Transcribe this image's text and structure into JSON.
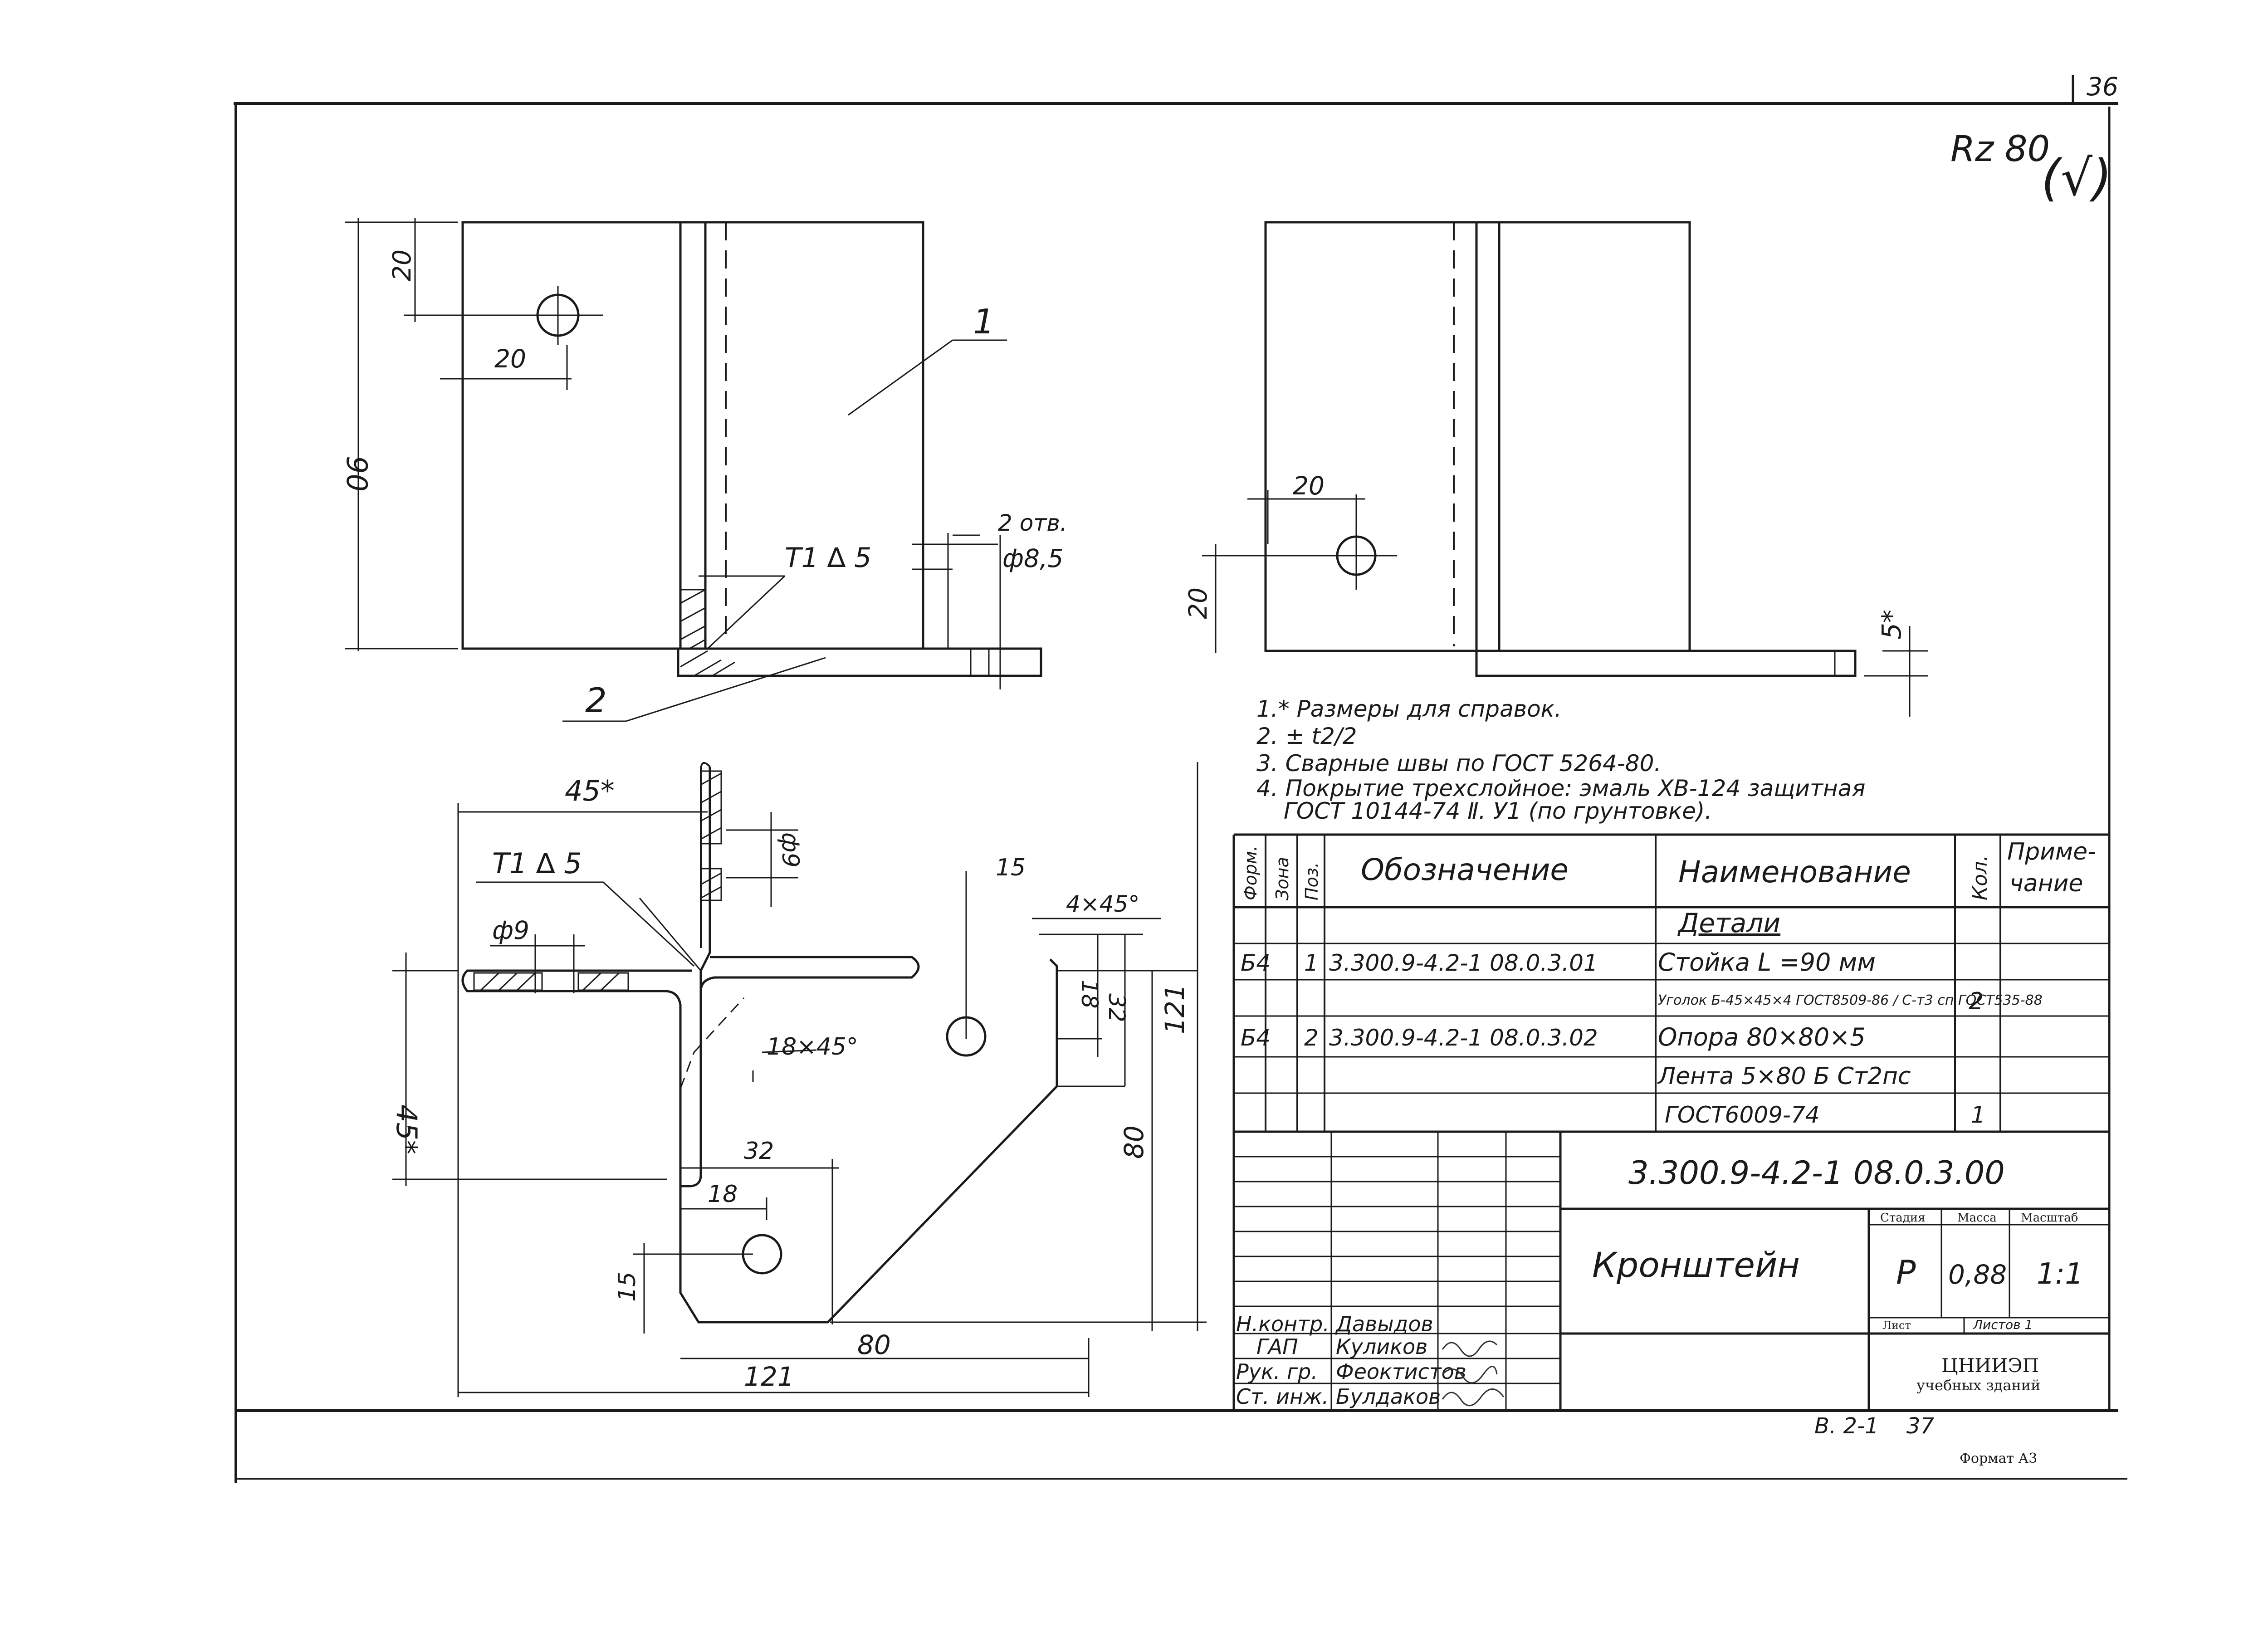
{
  "sheet": {
    "page_number": "36",
    "roughness": "Rz 80",
    "roughness_paren": "(√)",
    "format_label": "Формат А3",
    "bottom_ref": "В. 2-1    37"
  },
  "front_view": {
    "dim_top": "20",
    "dim_left": "20",
    "dim_height": "90",
    "leader_1": "1",
    "leader_2": "2",
    "holes_count": "2 отв.",
    "holes_diameter": "ф8,5",
    "weld": "Т1 ∆ 5"
  },
  "side_view": {
    "dim_left": "20",
    "dim_bottom": "20",
    "dim_thickness": "5*"
  },
  "plan_view": {
    "dim_45_top": "45*",
    "dim_45_left": "45*",
    "dim_phi9_top": "ф9",
    "dim_phi9_left": "ф9",
    "weld": "Т1 ∆ 5",
    "dim_15_top": "15",
    "chamfer_4x45": "4×45°",
    "chamfer_18x45": "18×45°",
    "dim_18_right": "18",
    "dim_32_right": "32",
    "dim_121_right": "121",
    "dim_80_right": "80",
    "dim_32_bottom": "32",
    "dim_18_bottom": "18",
    "dim_15_bottom": "15",
    "dim_80_bottom": "80",
    "dim_121_bottom": "121"
  },
  "notes": [
    "1.* Размеры для справок.",
    "2. ± t2/2",
    "3. Сварные швы по ГОСТ 5264-80.",
    "4. Покрытие трехслойное: эмаль ХВ-124 защитная",
    "ГОСТ 10144-74 Ⅱ. У1 (по грунтовке)."
  ],
  "spec_table": {
    "headers": [
      "Форм.",
      "Зона",
      "Поз.",
      "Обозначение",
      "Наименование",
      "Кол.",
      "Приме-",
      "чание"
    ],
    "rows": [
      {
        "form": "",
        "zone": "",
        "pos": "",
        "code": "",
        "name": "Детали",
        "qty": ""
      },
      {
        "form": "Б4",
        "zone": "",
        "pos": "1",
        "code": "3.300.9-4.2-1 08.0.3.01",
        "name": "Стойка L =90 мм",
        "qty": ""
      },
      {
        "form": "",
        "zone": "",
        "pos": "",
        "code": "",
        "name": "Уголок Б-45×45×4 ГОСТ8509-86 / С-т3 сп ГОСТ535-88",
        "qty": "2"
      },
      {
        "form": "Б4",
        "zone": "",
        "pos": "2",
        "code": "3.300.9-4.2-1 08.0.3.02",
        "name": "Опора 80×80×5",
        "qty": ""
      },
      {
        "form": "",
        "zone": "",
        "pos": "",
        "code": "",
        "name": "Лента 5×80 Б Ст2пс",
        "qty": ""
      },
      {
        "form": "",
        "zone": "",
        "pos": "",
        "code": "",
        "name": "ГОСТ6009-74",
        "qty": "1"
      }
    ]
  },
  "title_block": {
    "doc_code": "3.300.9-4.2-1  08.0.3.00",
    "title": "Кронштейн",
    "stage_label": "Стадия",
    "mass_label": "Масса",
    "scale_label": "Масштаб",
    "stage": "Р",
    "mass": "0,88",
    "scale": "1:1",
    "sheet_label": "Лист",
    "sheets_label": "Листов 1",
    "org_line1": "ЦНИИЭП",
    "org_line2": "учебных зданий",
    "roles": [
      "Н.контр.",
      "ГАП",
      "Рук. гр.",
      "Ст. инж."
    ],
    "names": [
      "Давыдов",
      "Куликов",
      "Феоктистов",
      "Булдаков"
    ]
  }
}
